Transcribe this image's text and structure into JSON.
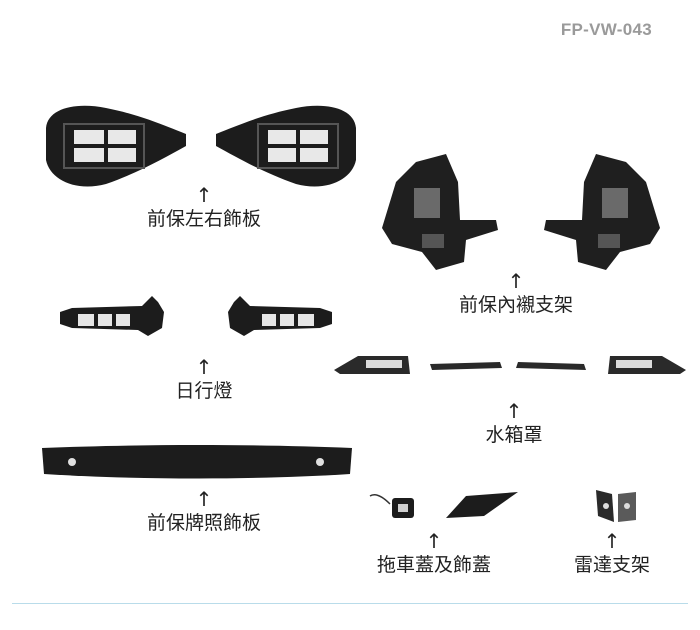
{
  "page": {
    "code": "FP-VW-043"
  },
  "parts": [
    {
      "id": "front-bumper-side-trim",
      "label": "前保左右飾板",
      "arrow": "↑"
    },
    {
      "id": "front-bumper-inner-bracket",
      "label": "前保內襯支架",
      "arrow": "↑"
    },
    {
      "id": "daytime-running-light",
      "label": "日行燈",
      "arrow": "↑"
    },
    {
      "id": "radiator-cover",
      "label": "水箱罩",
      "arrow": "↑"
    },
    {
      "id": "front-bumper-license-plate-trim",
      "label": "前保牌照飾板",
      "arrow": "↑"
    },
    {
      "id": "tow-hook-cover",
      "label": "拖車蓋及飾蓋",
      "arrow": "↑"
    },
    {
      "id": "radar-bracket",
      "label": "雷達支架",
      "arrow": "↑"
    }
  ],
  "colors": {
    "part": "#1c1c1c",
    "highlight": "#f2f2f2",
    "rule": "#b9dcea",
    "code": "#9a9a9a"
  }
}
